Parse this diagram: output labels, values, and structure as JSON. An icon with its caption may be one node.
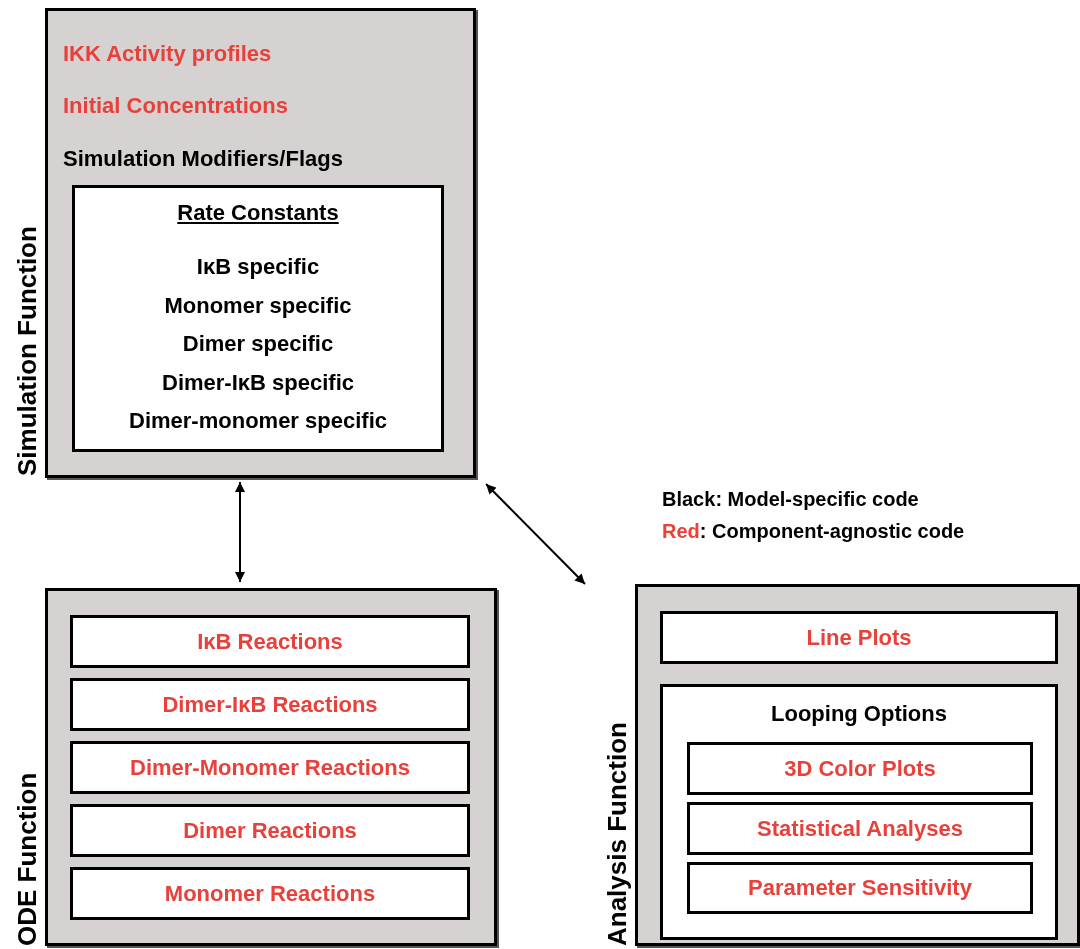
{
  "diagram": {
    "nodes": [
      {
        "text": [
          "Simulation Function",
          "IKK Activity profiles",
          "Initial Concentrations",
          "Simulation Modifiers/Flags"
        ]
      },
      {
        "text": [
          "Rate Constants",
          "IκB specific",
          "Monomer specific",
          "Dimer specific",
          "Dimer-IκB specific",
          "Dimer-monomer specific"
        ],
        "in": 0
      },
      {
        "text": [
          "ODE Function"
        ]
      },
      {
        "text": [
          "IκB Reactions"
        ],
        "in": 2
      },
      {
        "text": [
          "Dimer-IκB Reactions"
        ],
        "in": 2
      },
      {
        "text": [
          "Dimer-Monomer Reactions"
        ],
        "in": 2
      },
      {
        "text": [
          "Dimer Reactions"
        ],
        "in": 2
      },
      {
        "text": [
          "Monomer Reactions"
        ],
        "in": 2
      },
      {
        "text": [
          "Analysis Function"
        ]
      },
      {
        "text": [
          "Line Plots"
        ],
        "in": 8
      },
      {
        "text": [
          "Looping Options"
        ],
        "in": 8
      },
      {
        "text": [
          "3D Color Plots"
        ],
        "in": 10
      },
      {
        "text": [
          "Statistical Analyses"
        ],
        "in": 10
      },
      {
        "text": [
          "Parameter Sensitivity"
        ],
        "in": 10
      }
    ],
    "edges": [
      {
        "from": 0,
        "to": 2,
        "arrow": "both"
      },
      {
        "from": 0,
        "to": 8,
        "arrow": "both"
      }
    ],
    "legend": [
      {
        "text": "Black: Model-specific code",
        "color": "#000000"
      },
      {
        "text": "Red: Component-agnostic code",
        "color": "#e8413b"
      }
    ]
  }
}
